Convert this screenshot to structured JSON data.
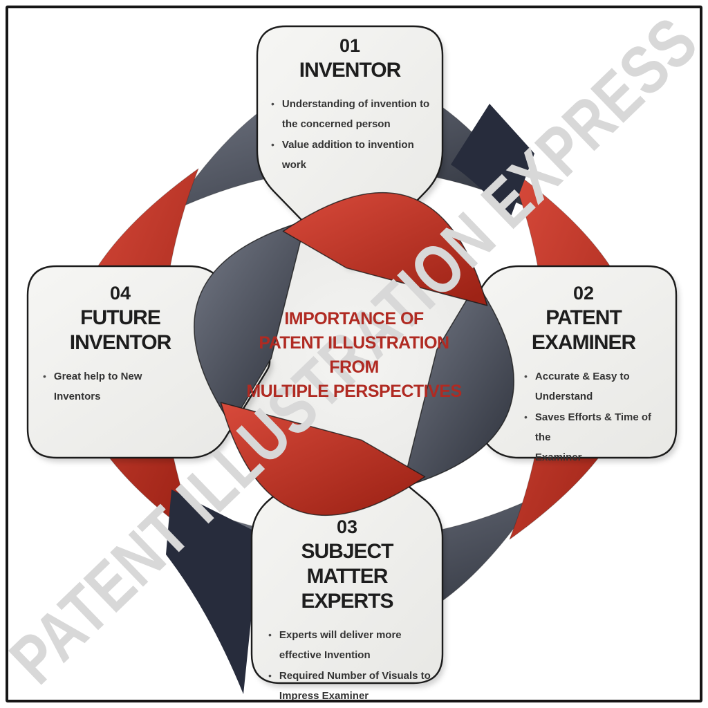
{
  "watermark": "PATENT ILLUSTRATION EXPRESS",
  "center": {
    "lines": [
      "IMPORTANCE OF",
      "PATENT ILLUSTRATION",
      "FROM",
      "MULTIPLE PERSPECTIVES"
    ]
  },
  "cards": [
    {
      "number": "01",
      "title_lines": [
        "INVENTOR"
      ],
      "bullets": [
        {
          "lines": [
            "Understanding of invention to",
            "the concerned person"
          ]
        },
        {
          "lines": [
            "Value addition to invention work"
          ]
        }
      ]
    },
    {
      "number": "02",
      "title_lines": [
        "PATENT EXAMINER"
      ],
      "bullets": [
        {
          "lines": [
            "Accurate & Easy to",
            "Understand"
          ]
        },
        {
          "lines": [
            "Saves Efforts & Time of the",
            "Examiner"
          ]
        }
      ]
    },
    {
      "number": "03",
      "title_lines": [
        "SUBJECT MATTER",
        "EXPERTS"
      ],
      "bullets": [
        {
          "lines": [
            "Experts will deliver more",
            "effective Invention"
          ]
        },
        {
          "lines": [
            "Required Number of Visuals to",
            "Impress Examiner"
          ]
        }
      ]
    },
    {
      "number": "04",
      "title_lines": [
        "FUTURE INVENTOR"
      ],
      "bullets": [
        {
          "lines": [
            "Great help to New",
            "Inventors"
          ]
        }
      ]
    }
  ],
  "colors": {
    "red_light": "#d84a3b",
    "red_dark": "#9e2316",
    "dark_light": "#757a87",
    "dark_dark": "#31353f",
    "navy": "#272c3c",
    "card_bg_light": "#f6f6f4",
    "card_bg_dark": "#e9e9e6",
    "card_border": "#1b1b1b",
    "circle_light": "#f4f4f2",
    "circle_dark": "#ebebe9",
    "title_text": "#1d1d1d",
    "bullet_text": "#333333",
    "center_text": "#b02a22",
    "watermark": "#d8d8d8",
    "frame": "#161616"
  }
}
